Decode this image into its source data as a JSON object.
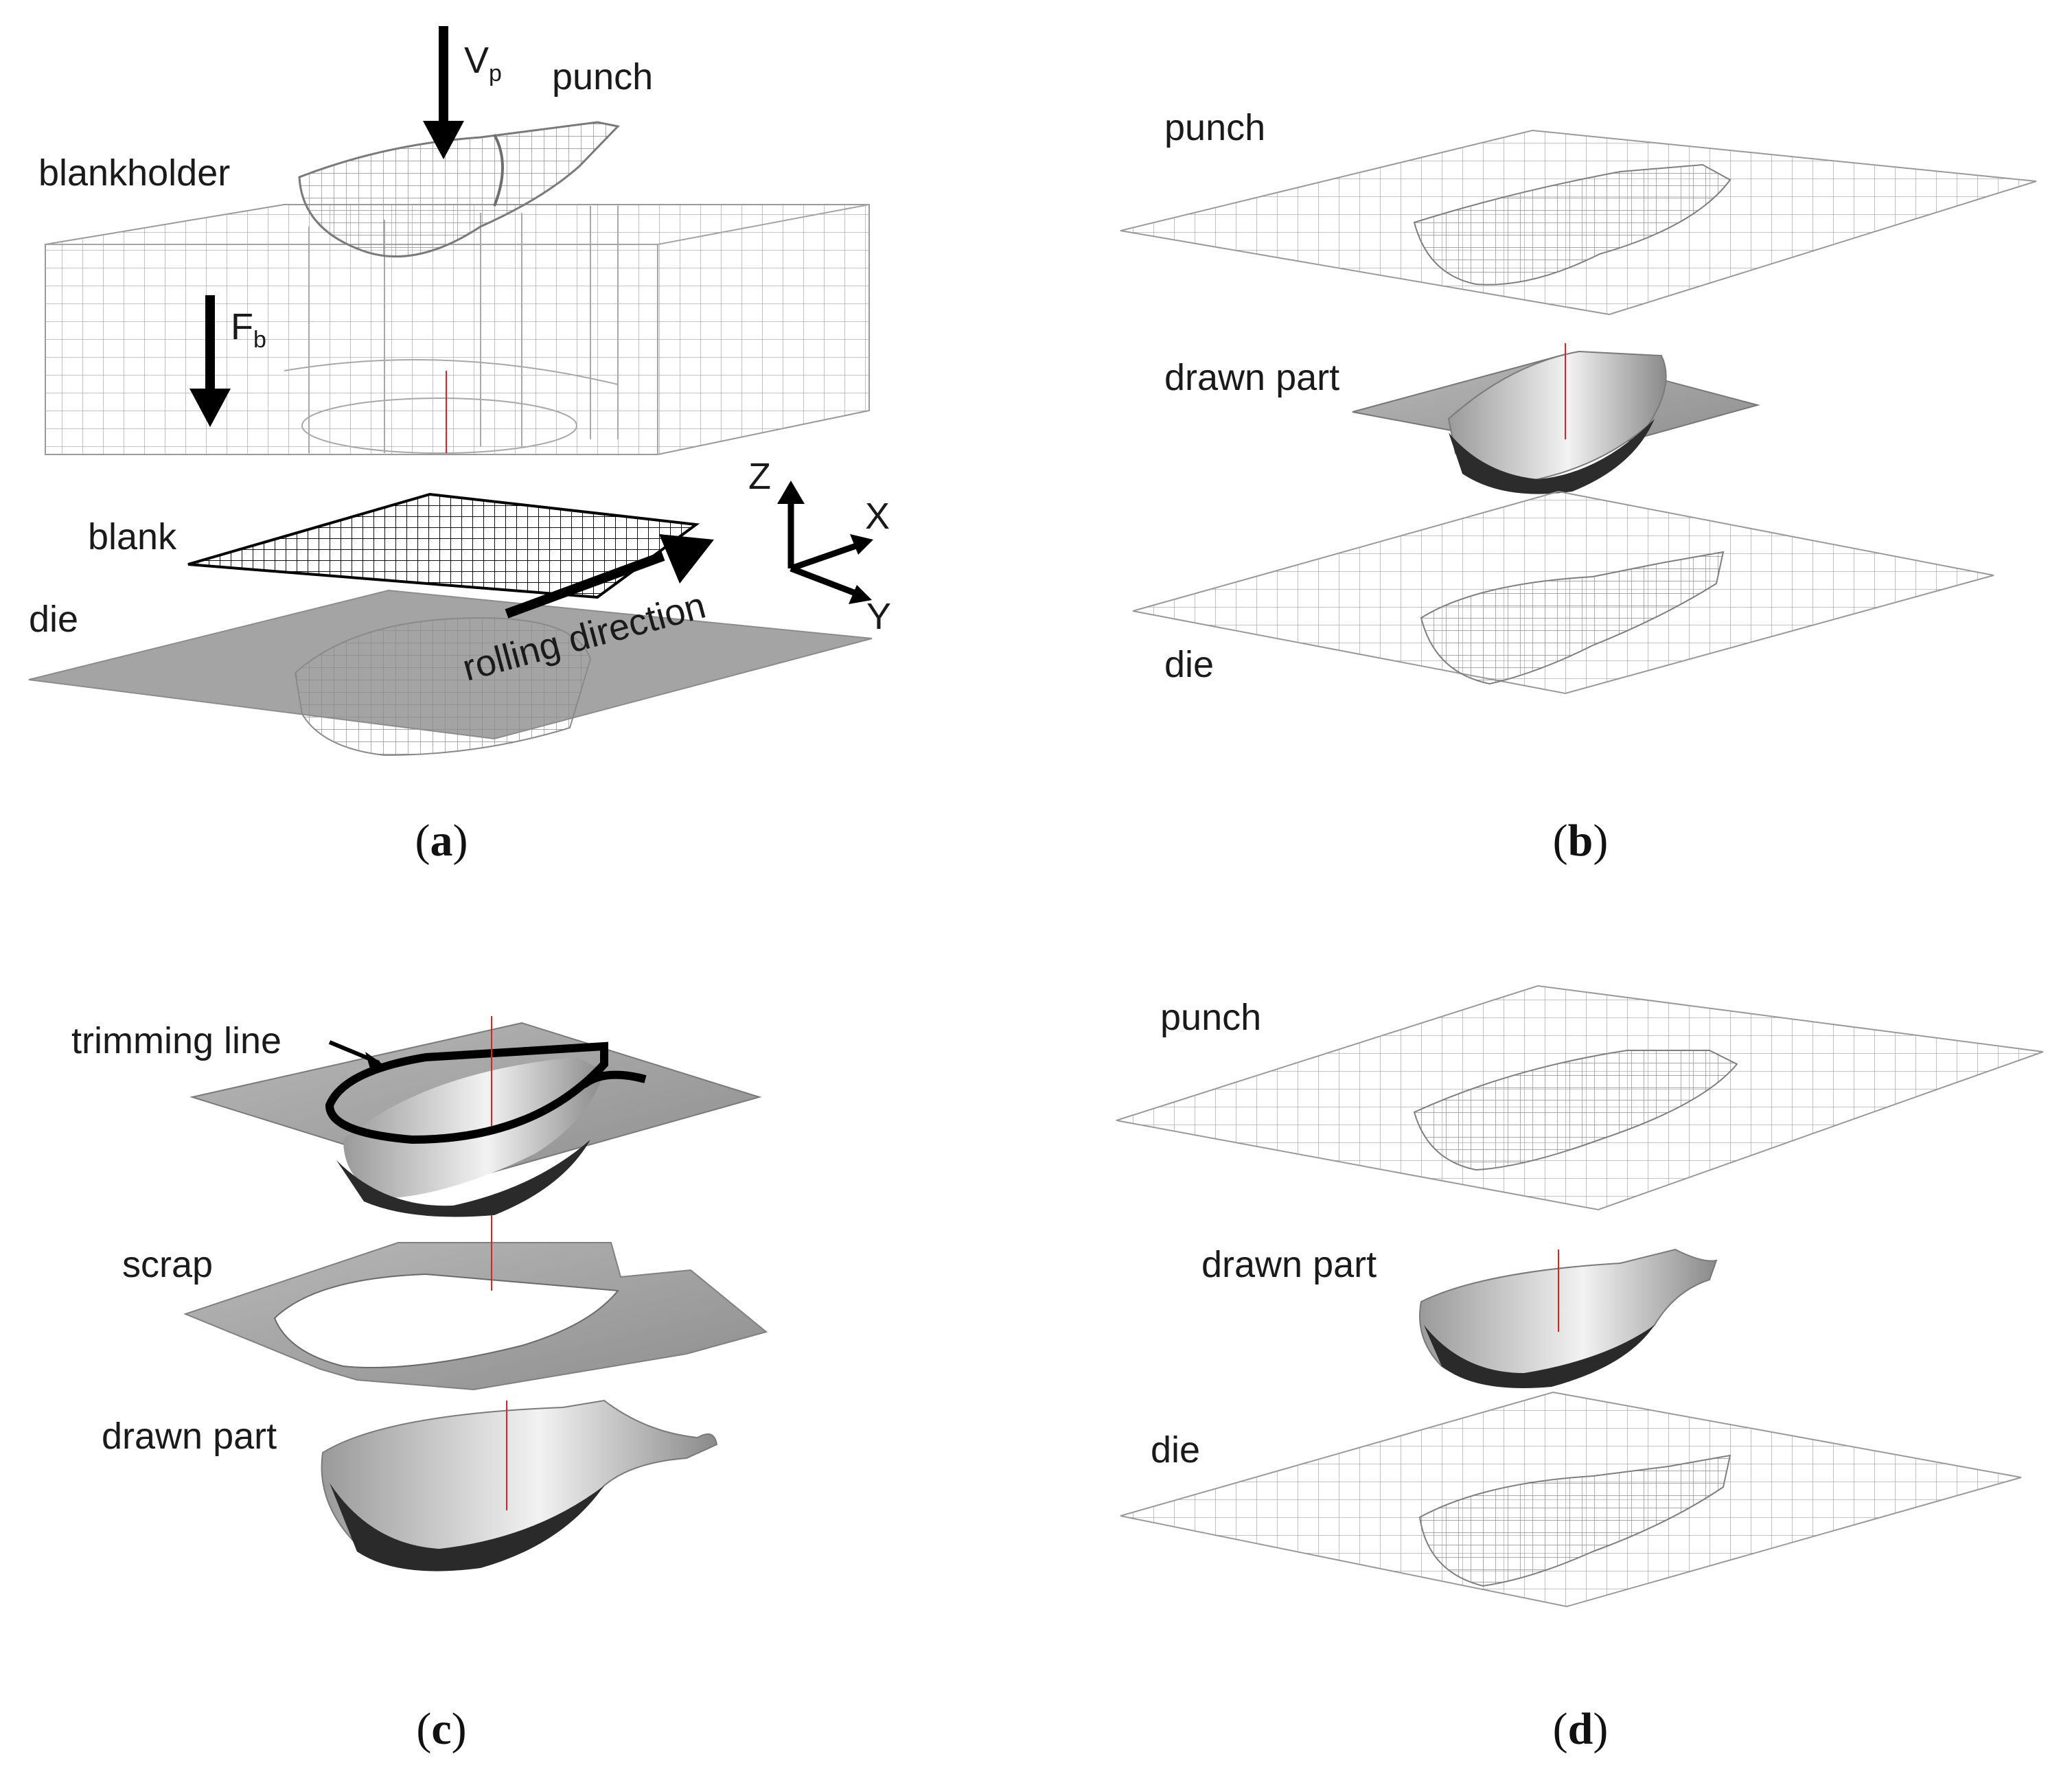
{
  "panels": {
    "a": {
      "caption": "a",
      "labels": {
        "punch": "punch",
        "blankholder": "blankholder",
        "blank": "blank",
        "die": "die",
        "rolling_direction": "rolling direction",
        "vp_main": "V",
        "vp_sub": "p",
        "fb_main": "F",
        "fb_sub": "b",
        "axis_z": "Z",
        "axis_x": "X",
        "axis_y": "Y"
      }
    },
    "b": {
      "caption": "b",
      "labels": {
        "punch": "punch",
        "drawn_part": "drawn part",
        "die": "die"
      }
    },
    "c": {
      "caption": "c",
      "labels": {
        "trimming_line": "trimming line",
        "scrap": "scrap",
        "drawn_part": "drawn part"
      }
    },
    "d": {
      "caption": "d",
      "labels": {
        "punch": "punch",
        "drawn_part": "drawn part",
        "die": "die"
      }
    }
  },
  "colors": {
    "mesh": "#8a8a8a",
    "mesh_light": "#b5b5b5",
    "surface": "#a9a9a9",
    "surface_dark": "#4a4a4a",
    "axis_red": "#d22",
    "arrow": "#000000"
  }
}
